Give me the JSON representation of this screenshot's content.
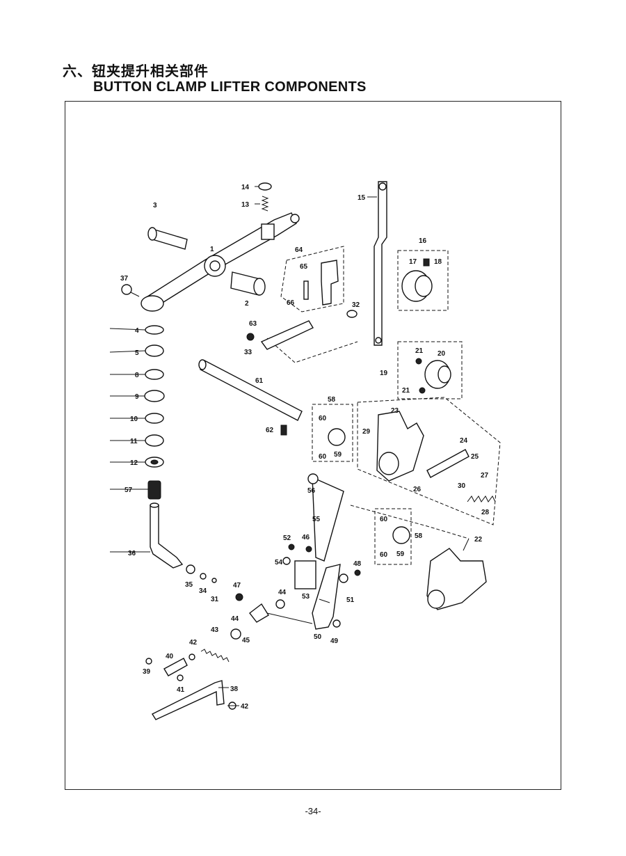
{
  "header": {
    "title_cn": "六、钮夹提升相关部件",
    "title_en": "BUTTON CLAMP LIFTER COMPONENTS"
  },
  "footer": {
    "page_number": "-34-"
  },
  "callouts": [
    "1",
    "2",
    "3",
    "4",
    "5",
    "8",
    "9",
    "10",
    "11",
    "12",
    "13",
    "14",
    "15",
    "16",
    "17",
    "18",
    "19",
    "20",
    "21",
    "21",
    "22",
    "23",
    "24",
    "25",
    "26",
    "27",
    "28",
    "29",
    "30",
    "31",
    "32",
    "33",
    "34",
    "35",
    "36",
    "37",
    "38",
    "39",
    "40",
    "41",
    "42",
    "42",
    "43",
    "44",
    "44",
    "45",
    "46",
    "47",
    "48",
    "49",
    "50",
    "51",
    "52",
    "53",
    "54",
    "55",
    "56",
    "57",
    "58",
    "58",
    "59",
    "59",
    "60",
    "60",
    "60",
    "60",
    "61",
    "62",
    "63",
    "64",
    "65",
    "66"
  ]
}
